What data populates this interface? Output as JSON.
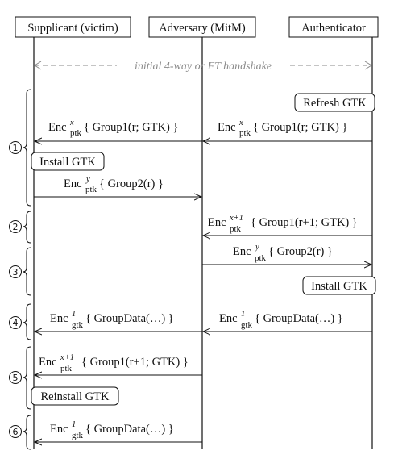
{
  "participants": {
    "supplicant": "Supplicant (victim)",
    "adversary": "Adversary (MitM)",
    "authenticator": "Authenticator"
  },
  "handshake_note": "initial 4-way or FT handshake",
  "phases": [
    "1",
    "2",
    "3",
    "4",
    "5",
    "6"
  ],
  "actions": {
    "refresh_gtk": "Refresh GTK",
    "install_gtk_supplicant": "Install GTK",
    "install_gtk_authenticator": "Install GTK",
    "reinstall_gtk": "Reinstall GTK"
  },
  "messages": [
    {
      "id": "m1a",
      "enc": "Enc",
      "sup": "x",
      "sub": "ptk",
      "body": "{ Group1(r; GTK) }"
    },
    {
      "id": "m1b",
      "enc": "Enc",
      "sup": "x",
      "sub": "ptk",
      "body": "{ Group1(r; GTK) }"
    },
    {
      "id": "m1c",
      "enc": "Enc",
      "sup": "y",
      "sub": "ptk",
      "body": "{ Group2(r) }"
    },
    {
      "id": "m2",
      "enc": "Enc",
      "sup": "x+1",
      "sub": "ptk",
      "body": "{ Group1(r+1; GTK) }"
    },
    {
      "id": "m3",
      "enc": "Enc",
      "sup": "y",
      "sub": "ptk",
      "body": "{ Group2(r) }"
    },
    {
      "id": "m4a",
      "enc": "Enc",
      "sup": "1",
      "sub": "gtk",
      "body": "{ GroupData(…) }"
    },
    {
      "id": "m4b",
      "enc": "Enc",
      "sup": "1",
      "sub": "gtk",
      "body": "{ GroupData(…) }"
    },
    {
      "id": "m5",
      "enc": "Enc",
      "sup": "x+1",
      "sub": "ptk",
      "body": "{ Group1(r+1; GTK) }"
    },
    {
      "id": "m6",
      "enc": "Enc",
      "sup": "1",
      "sub": "gtk",
      "body": "{ GroupData(…) }"
    }
  ]
}
